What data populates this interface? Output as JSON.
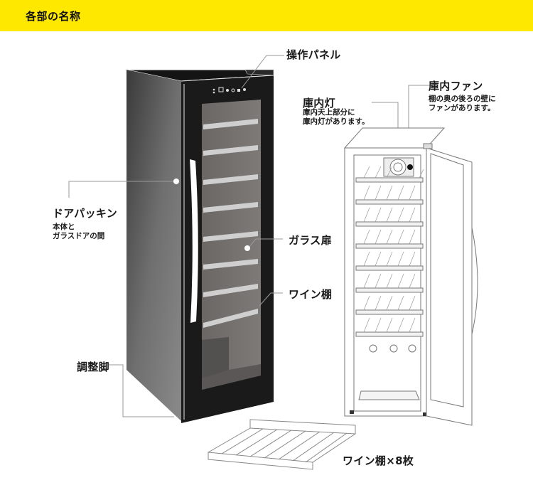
{
  "header": {
    "title": "各部の名称",
    "background_color": "#ffe800"
  },
  "parts": {
    "control_panel": {
      "label": "操作パネル"
    },
    "interior_light": {
      "label": "庫内灯",
      "note_line1": "庫内天上部分に",
      "note_line2": "庫内灯があります。"
    },
    "interior_fan": {
      "label": "庫内ファン",
      "note_line1": "棚の奥の後ろの壁に",
      "note_line2": "ファンがあります。"
    },
    "door_gasket": {
      "label": "ドアパッキン",
      "note_line1": "本体と",
      "note_line2": "ガラスドアの間"
    },
    "glass_door": {
      "label": "ガラス扉"
    },
    "wine_shelf": {
      "label": "ワイン棚"
    },
    "adjustable_feet": {
      "label": "調整脚"
    },
    "shelf_accessory": {
      "label": "ワイン棚×8枚"
    }
  },
  "colors": {
    "cabinet_body": "#1a1a1a",
    "cabinet_side": "#6e6e6e",
    "glass": "#7a7674",
    "shelf_bar": "#cfcfcf",
    "leader_line": "#9a9a9a",
    "line_drawing": "#777777"
  }
}
